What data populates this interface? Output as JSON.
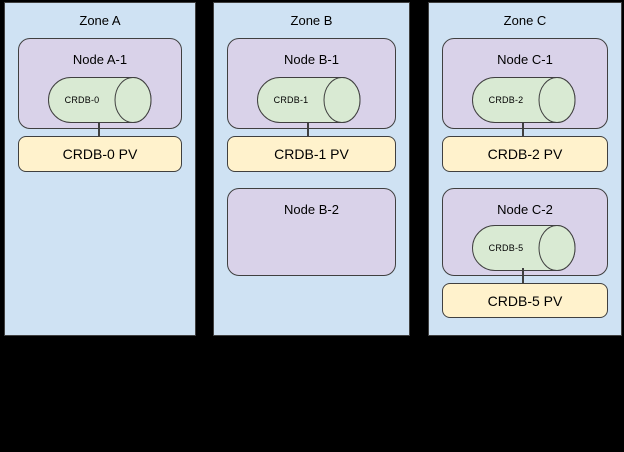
{
  "colors": {
    "background": "#000000",
    "zone_fill": "#cfe2f3",
    "node_fill": "#d9d2e9",
    "pod_fill": "#d9ead3",
    "pv_fill": "#fff2cc",
    "stroke": "#404040",
    "text": "#000000"
  },
  "zones": [
    {
      "label": "Zone A",
      "stacks": [
        {
          "node_label": "Node A-1",
          "pod_label": "CRDB-0",
          "pv_label": "CRDB-0 PV"
        }
      ]
    },
    {
      "label": "Zone B",
      "stacks": [
        {
          "node_label": "Node B-1",
          "pod_label": "CRDB-1",
          "pv_label": "CRDB-1 PV"
        },
        {
          "node_label": "Node B-2"
        }
      ]
    },
    {
      "label": "Zone C",
      "stacks": [
        {
          "node_label": "Node C-1",
          "pod_label": "CRDB-2",
          "pv_label": "CRDB-2 PV"
        },
        {
          "node_label": "Node C-2",
          "pod_label": "CRDB-5",
          "pv_label": "CRDB-5 PV"
        }
      ]
    }
  ]
}
